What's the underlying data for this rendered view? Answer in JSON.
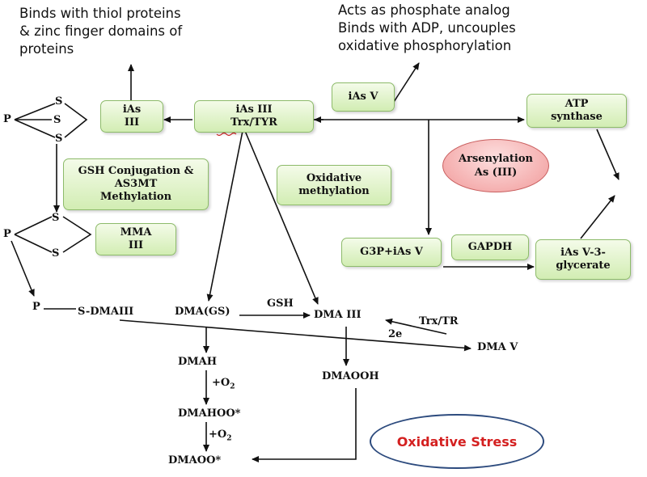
{
  "notes": {
    "thiol_line1": "Binds with thiol proteins",
    "thiol_line2": "& zinc finger domains of",
    "thiol_line3": "proteins",
    "phosphate_line1": "Acts as phosphate analog",
    "phosphate_line2": "Binds with ADP, uncouples",
    "phosphate_line3": "oxidative phosphorylation"
  },
  "boxes": {
    "ias_iii_left_1": "iAs",
    "ias_iii_left_2": "III",
    "ias_iii_center_1": "iAs III",
    "ias_iii_center_2": "Trx/TYR",
    "ias_v": "iAs V",
    "atp_synthase_1": "ATP",
    "atp_synthase_2": "synthase",
    "gsh_conj_1": "GSH Conjugation &",
    "gsh_conj_2": "AS3MT",
    "gsh_conj_3": "Methylation",
    "oxidative_methylation_1": "Oxidative",
    "oxidative_methylation_2": "methylation",
    "mma_iii_1": "MMA",
    "mma_iii_2": "III",
    "g3p_ias_v": "G3P+iAs V",
    "gapdh": "GAPDH",
    "ias_v_glycerate_1": "iAs V-3-",
    "ias_v_glycerate_2": "glycerate"
  },
  "ellipses": {
    "arsenylation_1": "Arsenylation",
    "arsenylation_2": "As (III)",
    "oxidative_stress": "Oxidative Stress"
  },
  "structure_labels": {
    "p_top": "P",
    "s_top1": "S",
    "s_top2": "S",
    "s_top3": "S",
    "p_mid": "P",
    "s_mid1": "S",
    "s_mid2": "S",
    "p_bottom": "P"
  },
  "species": {
    "s_dmaiii": "S-DMAIII",
    "dma_gs": "DMA(GS)",
    "gsh": "GSH",
    "dma_iii": "DMA III",
    "trx_tr": "Trx/TR",
    "two_e": "2e",
    "dma_v": "DMA V",
    "dmah": "DMAH",
    "o2_plus_1": "+O",
    "o2_sub_1": "2",
    "dmaoooh": "DMAOOH",
    "dmahoo": "DMAHOO*",
    "o2_plus_2": "+O",
    "o2_sub_2": "2",
    "dmaoo": "DMAOO*"
  },
  "colors": {
    "box_border": "#8dbb6a",
    "box_fill_top": "#f4fbe9",
    "box_fill_bottom": "#d2edb3",
    "arsenylation_fill": "#f19a9a",
    "oxidative_stress_text": "#d42020",
    "oxidative_stress_border": "#2d4b7e",
    "arrow": "#111111"
  }
}
